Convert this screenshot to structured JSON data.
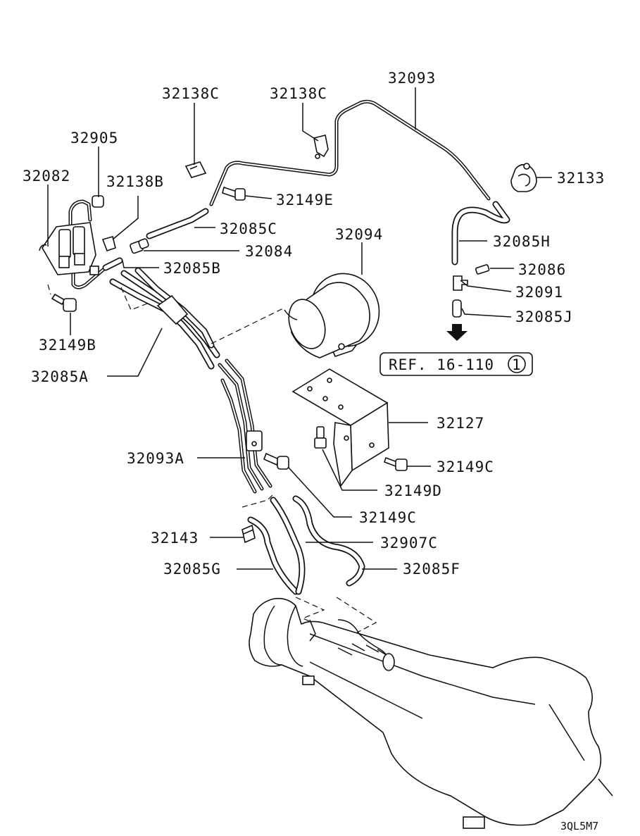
{
  "diagram": {
    "drawing_code": "3QL5M7",
    "reference": {
      "text": "REF. 16-110",
      "circled": "1"
    },
    "labels": {
      "p32093": "32093",
      "p32138c_a": "32138C",
      "p32138c_b": "32138C",
      "p32905": "32905",
      "p32082": "32082",
      "p32138b": "32138B",
      "p32133": "32133",
      "p32149e": "32149E",
      "p32085c": "32085C",
      "p32094": "32094",
      "p32085h": "32085H",
      "p32084": "32084",
      "p32085b": "32085B",
      "p32086": "32086",
      "p32091": "32091",
      "p32085j": "32085J",
      "p32149b": "32149B",
      "p32085a": "32085A",
      "p32127": "32127",
      "p32093a": "32093A",
      "p32149c_a": "32149C",
      "p32149d": "32149D",
      "p32149c_b": "32149C",
      "p32143": "32143",
      "p32907c": "32907C",
      "p32085g": "32085G",
      "p32085f": "32085F"
    }
  }
}
